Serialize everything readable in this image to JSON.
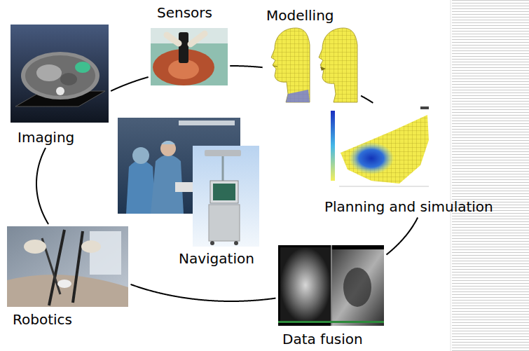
{
  "diagram": {
    "nodes": [
      {
        "text": [
          "Imaging"
        ]
      },
      {
        "text": [
          "Sensors"
        ]
      },
      {
        "text": [
          "Modelling"
        ]
      },
      {
        "text": [
          "Planning and simulation"
        ]
      },
      {
        "text": [
          "Data fusion"
        ]
      },
      {
        "text": [
          "Robotics"
        ]
      },
      {
        "text": [
          "Navigation"
        ]
      }
    ],
    "edges": [
      {
        "from": 0,
        "to": 1,
        "arrow": "none"
      },
      {
        "from": 1,
        "to": 2,
        "arrow": "none"
      },
      {
        "from": 2,
        "to": 3,
        "arrow": "none"
      },
      {
        "from": 3,
        "to": 4,
        "arrow": "none"
      },
      {
        "from": 4,
        "to": 5,
        "arrow": "none"
      },
      {
        "from": 5,
        "to": 0,
        "arrow": "none"
      }
    ]
  }
}
